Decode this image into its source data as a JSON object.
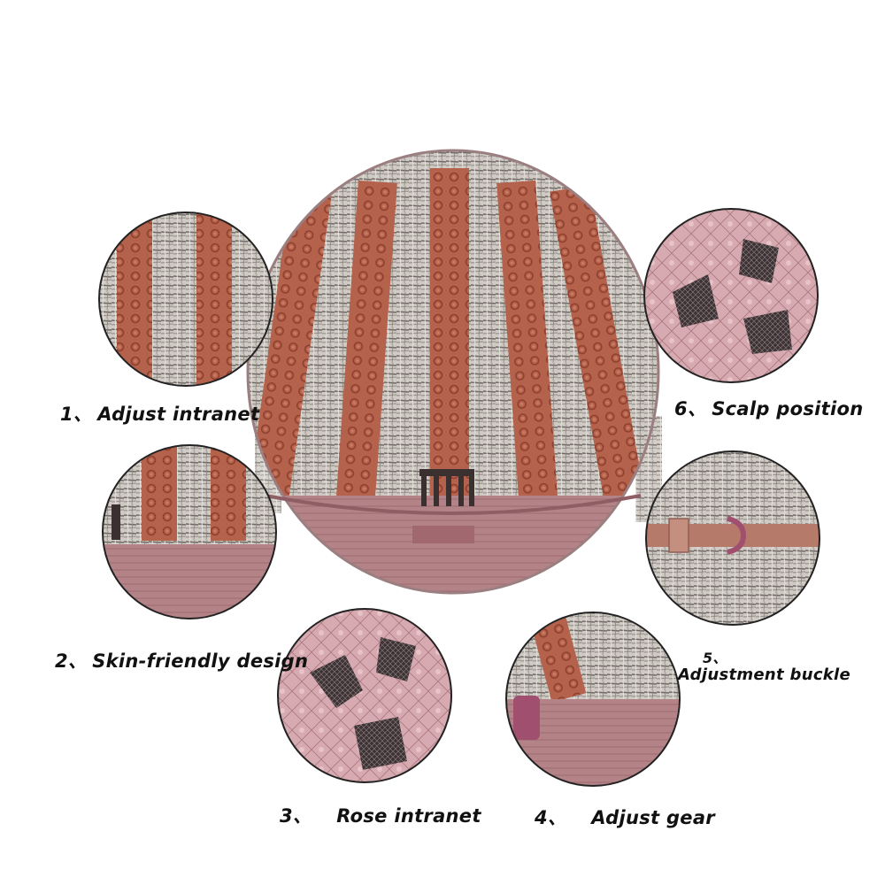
{
  "labels": {
    "adjust_intranet": {
      "num": "1、",
      "text": "Adjust intranet"
    },
    "skin_friendly": {
      "num": "2、",
      "text": "Skin-friendly design"
    },
    "rose_intranet": {
      "num": "3、",
      "text": "Rose intranet"
    },
    "adjust_gear": {
      "num": "4、",
      "text": "Adjust gear"
    },
    "adjustment_buckle": {
      "num": "5、",
      "text": "Adjustment buckle"
    },
    "scalp_position": {
      "num": "6、",
      "text": "Scalp position"
    }
  },
  "colors": {
    "background": "#ffffff",
    "strap": "#b4634d",
    "band": "#b88a8e",
    "hair": "#c9c4bd",
    "lace": "#d9aeb4"
  }
}
